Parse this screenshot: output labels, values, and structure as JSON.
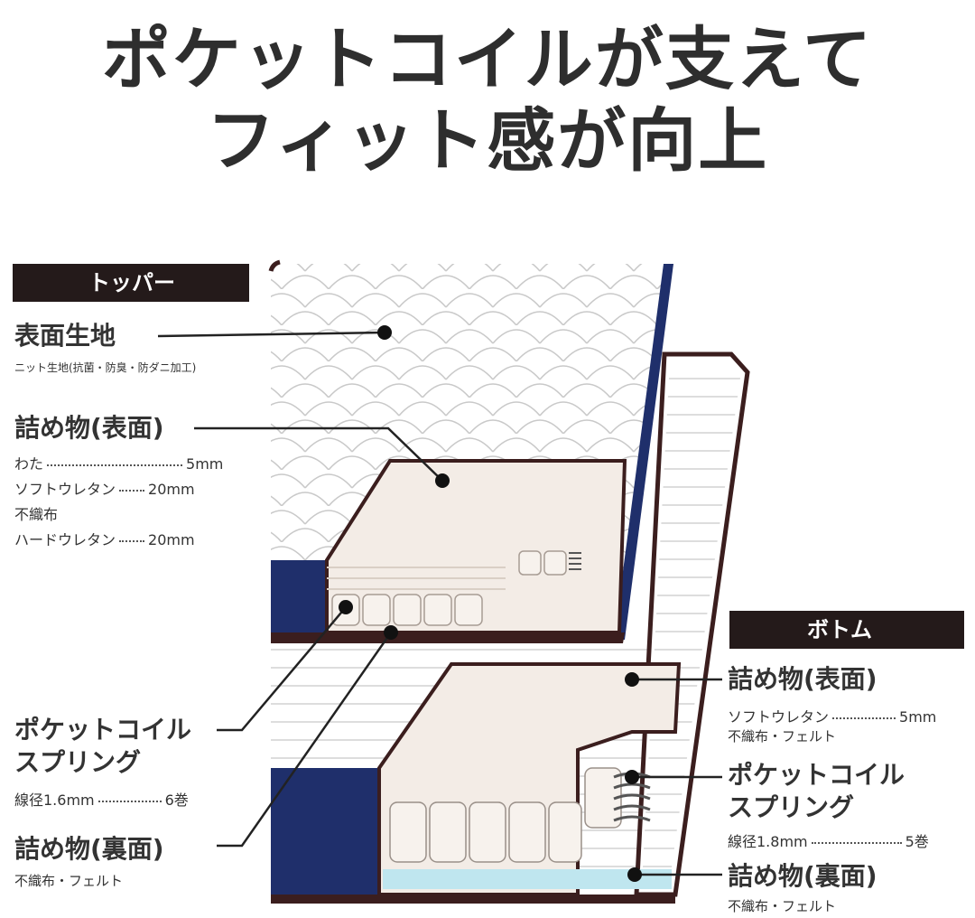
{
  "title": {
    "line1": "ポケットコイルが支えて",
    "line2": "フィット感が向上"
  },
  "topper": {
    "tag": "トッパー",
    "surface": {
      "heading": "表面生地",
      "note": "ニット生地(抗菌・防臭・防ダニ加工)"
    },
    "filling_top": {
      "heading": "詰め物(表面)",
      "rows": [
        {
          "label": "わた",
          "value": "5mm"
        },
        {
          "label": "ソフトウレタン",
          "value": "20mm"
        },
        {
          "label": "不織布",
          "value": ""
        },
        {
          "label": "ハードウレタン",
          "value": "20mm"
        }
      ]
    },
    "coil": {
      "heading_line1": "ポケットコイル",
      "heading_line2": "スプリング",
      "spec_label": "線径1.6mm",
      "spec_value": "6巻"
    },
    "filling_back": {
      "heading": "詰め物(裏面)",
      "note": "不織布・フェルト"
    }
  },
  "bottom": {
    "tag": "ボトム",
    "filling_top": {
      "heading": "詰め物(表面)",
      "spec_label": "ソフトウレタン",
      "spec_value": "5mm",
      "note": "不織布・フェルト"
    },
    "coil": {
      "heading_line1": "ポケットコイル",
      "heading_line2": "スプリング",
      "spec_label": "線径1.8mm",
      "spec_value": "5巻"
    },
    "filling_back": {
      "heading": "詰め物(裏面)",
      "note": "不織布・フェルト"
    }
  },
  "colors": {
    "navy": "#1f2f6b",
    "frame": "#3b1e1e",
    "tag_bg": "#241a1a",
    "foam": "#f3ece6",
    "blue_layer": "#bfe6ef"
  }
}
